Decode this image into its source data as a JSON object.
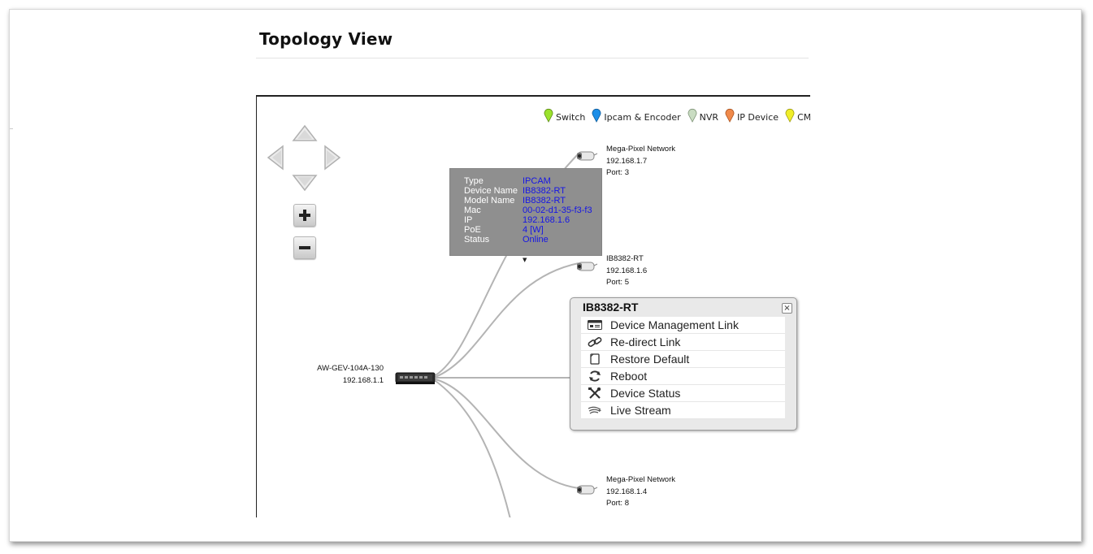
{
  "page": {
    "title": "Topology View"
  },
  "legend": [
    {
      "label": "Switch",
      "color": "#9be22d",
      "icon": "switch-pin-icon"
    },
    {
      "label": "Ipcam & Encoder",
      "color": "#1c8ee8",
      "icon": "ipcam-pin-icon"
    },
    {
      "label": "NVR",
      "color": "#c9dcc2",
      "icon": "nvr-pin-icon"
    },
    {
      "label": "IP Device",
      "color": "#f08a4b",
      "icon": "ip-device-pin-icon"
    },
    {
      "label": "CMS",
      "color": "#f0ee2a",
      "icon": "cms-pin-icon"
    }
  ],
  "switch": {
    "name": "AW-GEV-104A-130",
    "ip": "192.168.1.1"
  },
  "devices": [
    {
      "name": "Mega-Pixel Network",
      "ip": "192.168.1.7",
      "port": "Port: 3"
    },
    {
      "name": "IB8382-RT",
      "ip": "192.168.1.6",
      "port": "Port: 5"
    },
    {
      "name": "Mega-Pixel Network",
      "ip": "192.168.1.4",
      "port": "Port: 8"
    }
  ],
  "tooltip": {
    "rows": [
      {
        "key": "Type",
        "value": "IPCAM"
      },
      {
        "key": "Device Name",
        "value": "IB8382-RT"
      },
      {
        "key": "Model Name",
        "value": "IB8382-RT"
      },
      {
        "key": "Mac",
        "value": "00-02-d1-35-f3-f3"
      },
      {
        "key": "IP",
        "value": "192.168.1.6"
      },
      {
        "key": "PoE",
        "value": "4 [W]"
      },
      {
        "key": "Status",
        "value": "Online"
      }
    ]
  },
  "context_menu": {
    "title": "IB8382-RT",
    "close_glyph": "×",
    "items": [
      {
        "label": "Device Management Link",
        "icon": "device-management-icon"
      },
      {
        "label": "Re-direct Link",
        "icon": "link-icon"
      },
      {
        "label": "Restore Default",
        "icon": "restore-icon"
      },
      {
        "label": "Reboot",
        "icon": "reboot-icon"
      },
      {
        "label": "Device Status",
        "icon": "tools-icon"
      },
      {
        "label": "Live Stream",
        "icon": "live-stream-icon"
      }
    ]
  },
  "colors": {
    "link_line": "#b4b4b4",
    "tooltip_bg": "#8f8f8f",
    "tooltip_value": "#1515e6",
    "menu_bg": "#e9e9e9"
  }
}
